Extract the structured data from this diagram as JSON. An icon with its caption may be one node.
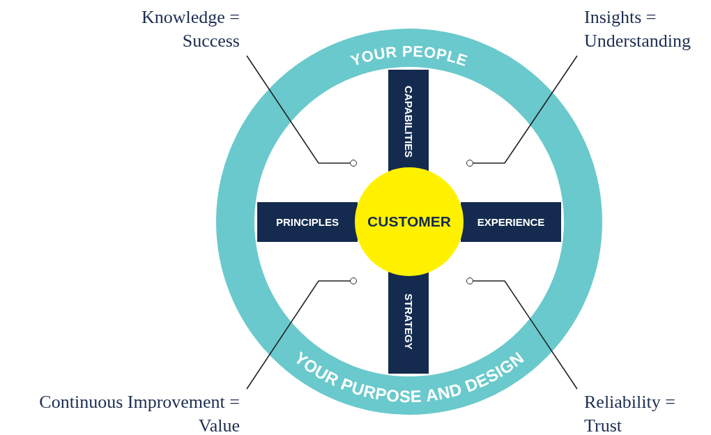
{
  "diagram": {
    "nodes": [
      {
        "text": [
          "YOUR PEOPLE",
          "YOUR PURPOSE AND DESIGN"
        ]
      },
      {
        "text": [
          "CAPABILITIES"
        ],
        "in": 0
      },
      {
        "text": [
          "PRINCIPLES"
        ],
        "in": 0
      },
      {
        "text": [
          "CUSTOMER"
        ],
        "in": 0
      },
      {
        "text": [
          "EXPERIENCE"
        ],
        "in": 0
      },
      {
        "text": [
          "STRATEGY"
        ],
        "in": 0
      },
      {
        "text": [
          "Knowledge = Success"
        ]
      },
      {
        "text": [
          "Insights = Understanding"
        ]
      },
      {
        "text": [
          "Continuous Improvement = Value"
        ]
      },
      {
        "text": [
          "Reliability = Trust"
        ]
      },
      {
        "text": [],
        "shape": "circle",
        "in": 0
      },
      {
        "text": [],
        "shape": "circle",
        "in": 0
      },
      {
        "text": [],
        "shape": "circle",
        "in": 0
      },
      {
        "text": [],
        "shape": "circle",
        "in": 0
      }
    ],
    "edges": [
      {
        "from": 6,
        "to": 10,
        "arrow": "none"
      },
      {
        "from": 7,
        "to": 11,
        "arrow": "none"
      },
      {
        "from": 8,
        "to": 12,
        "arrow": "none"
      },
      {
        "from": 9,
        "to": 13,
        "arrow": "none"
      }
    ]
  }
}
